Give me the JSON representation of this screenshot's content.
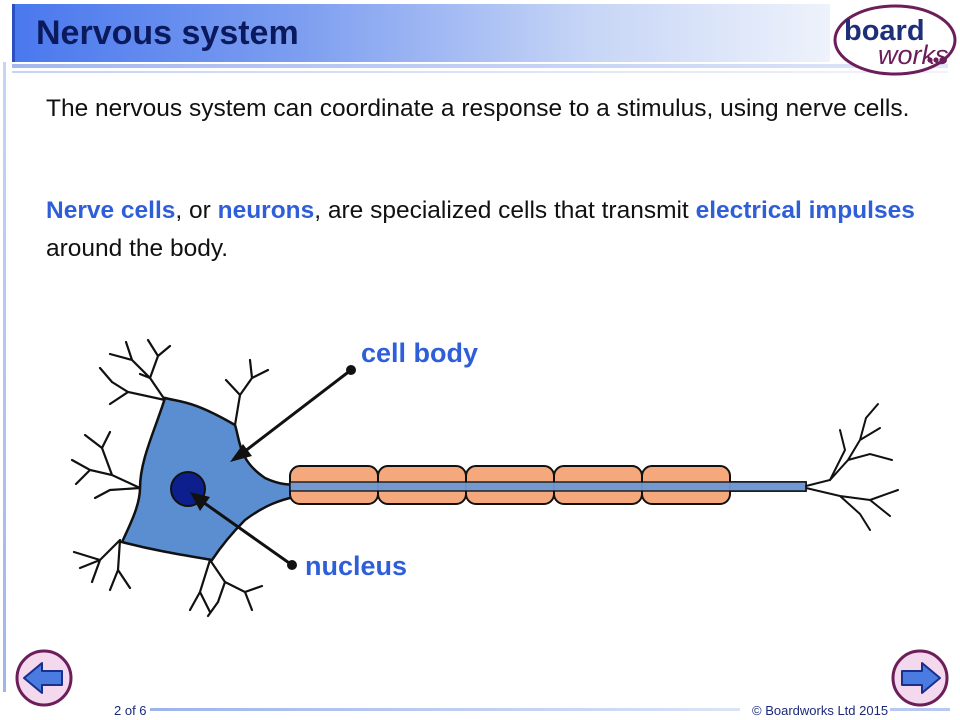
{
  "header": {
    "title": "Nervous system"
  },
  "logo": {
    "line1": "board",
    "line2": "works",
    "icon": "boardworks-logo"
  },
  "content": {
    "paragraph1": "The nervous system can coordinate a response to a stimulus, using nerve cells.",
    "paragraph2": {
      "term1": "Nerve cells",
      "text1": ", or ",
      "term2": "neurons",
      "text2": ", are specialized cells that transmit ",
      "term3": "electrical impulses",
      "text3": " around the body."
    }
  },
  "diagram": {
    "labels": {
      "cell_body": "cell body",
      "nucleus": "nucleus"
    },
    "colors": {
      "cell_body_fill": "#5b8ed0",
      "nucleus_fill": "#0c1f8c",
      "myelin_fill": "#f4a87c",
      "axon_fill": "#6f98d4",
      "outline": "#111111",
      "label_color": "#2e5fd8"
    }
  },
  "footer": {
    "page_indicator": "2 of 6",
    "copyright": "© Boardworks Ltd 2015",
    "prev_icon": "arrow-left-icon",
    "next_icon": "arrow-right-icon"
  }
}
